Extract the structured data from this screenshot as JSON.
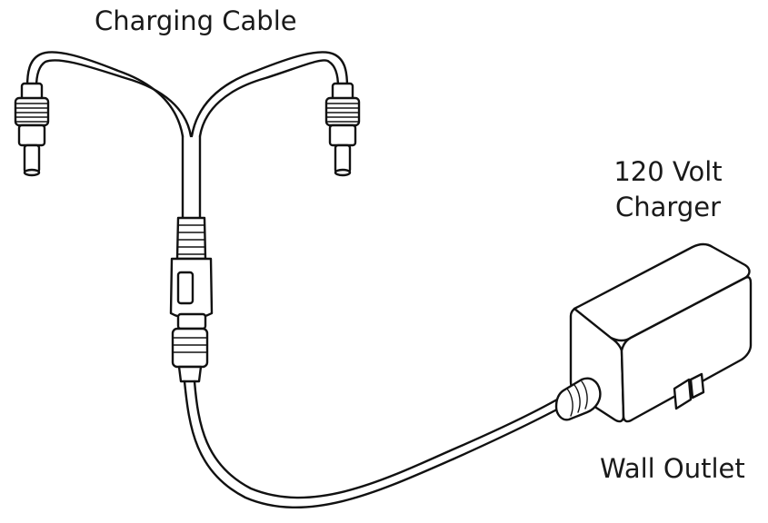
{
  "labels": {
    "charging_cable": "Charging Cable",
    "charger_line1": "120 Volt",
    "charger_line2": "Charger",
    "wall_outlet": "Wall Outlet"
  }
}
